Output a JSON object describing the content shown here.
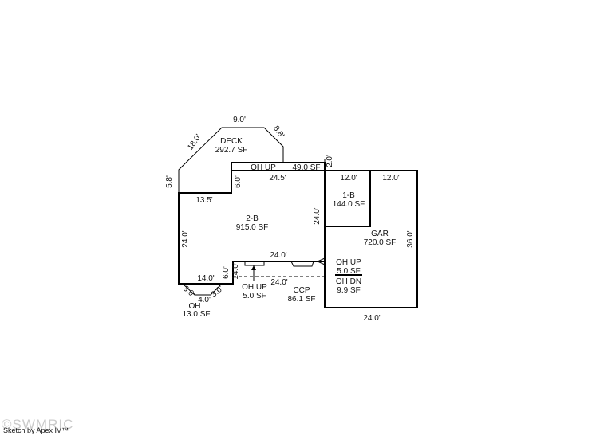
{
  "areas": {
    "deck": {
      "name": "DECK",
      "area": "292.7 SF"
    },
    "oh_up_top": {
      "name": "OH UP",
      "area": "49.0 SF"
    },
    "main_2b": {
      "name": "2-B",
      "area": "915.0 SF"
    },
    "b1": {
      "name": "1-B",
      "area": "144.0 SF"
    },
    "gar": {
      "name": "GAR",
      "area": "720.0 SF"
    },
    "oh_up_mid": {
      "name": "OH UP",
      "area": "5.0 SF"
    },
    "oh_dn": {
      "name": "OH DN",
      "area": "9.9 SF"
    },
    "oh_up_small": {
      "name": "OH UP",
      "area": "5.0 SF"
    },
    "ccp": {
      "name": "CCP",
      "area": "86.1 SF"
    },
    "oh_bay": {
      "name": "OH",
      "area": "13.0 SF"
    }
  },
  "dims": {
    "deck_top": "9.0'",
    "deck_left_diag": "18.0'",
    "deck_right_diag": "8.8'",
    "deck_left": "5.8'",
    "deck_right": "2.0'",
    "top_wall": "24.5'",
    "step_vert": "6.0'",
    "step_horz": "13.5'",
    "left_wall": "24.0'",
    "bottom_left": "14.0'",
    "notch_left": "6.0'",
    "notch_top": "24.0'",
    "ccp_left": "14.0'",
    "ccp_bottom": "24.0'",
    "mid_wall": "24.0'",
    "b1_top": "12.0'",
    "gar_top_right": "12.0'",
    "gar_right": "36.0'",
    "gar_bottom": "24.0'",
    "bay_left": "3.0'",
    "bay_mid": "4.0'",
    "bay_right": "3.0'"
  },
  "footer": {
    "credit": "Sketch by Apex IV™",
    "watermark": "©SWMRIC"
  }
}
